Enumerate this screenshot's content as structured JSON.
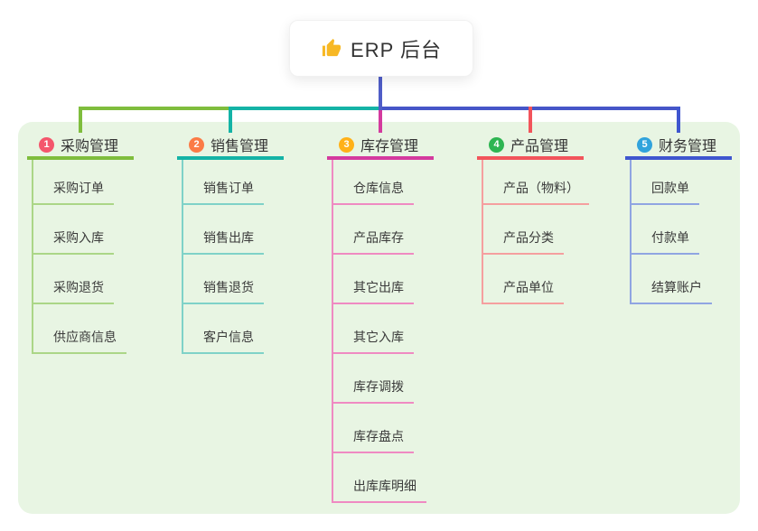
{
  "root": {
    "title": "ERP 后台",
    "icon": "thumbs-up-icon",
    "icon_char": "👍",
    "icon_color": "#f7b825"
  },
  "branches": [
    {
      "num": "1",
      "label": "采购管理",
      "badge_color": "#f4566c",
      "line_color": "#7fbd3d",
      "child_line_color": "#abd687",
      "items": [
        "采购订单",
        "采购入库",
        "采购退货",
        "供应商信息"
      ]
    },
    {
      "num": "2",
      "label": "销售管理",
      "badge_color": "#fb7b46",
      "line_color": "#14b3a6",
      "child_line_color": "#7fd2c8",
      "items": [
        "销售订单",
        "销售出库",
        "销售退货",
        "客户信息"
      ]
    },
    {
      "num": "3",
      "label": "库存管理",
      "badge_color": "#ffb118",
      "line_color": "#d43a9e",
      "child_line_color": "#ef8ac2",
      "items": [
        "仓库信息",
        "产品库存",
        "其它出库",
        "其它入库",
        "库存调拨",
        "库存盘点",
        "出库库明细"
      ]
    },
    {
      "num": "4",
      "label": "产品管理",
      "badge_color": "#2eb552",
      "line_color": "#f2545b",
      "child_line_color": "#f59f9f",
      "items": [
        "产品（物料）",
        "产品分类",
        "产品单位"
      ]
    },
    {
      "num": "5",
      "label": "财务管理",
      "badge_color": "#31a3dc",
      "line_color": "#3f56cf",
      "child_line_color": "#90a5e2",
      "items": [
        "回款单",
        "付款单",
        "结算账户"
      ]
    }
  ],
  "colors": {
    "panel_background": "#e8f5e3",
    "root_stub_blue": "#4f5dc7",
    "connector_green": "#7fbd3d",
    "connector_teal": "#14b3a6",
    "connector_magenta": "#d43a9e",
    "connector_red": "#f2545b",
    "connector_blue": "#4656c8",
    "text_color": "#333333"
  }
}
